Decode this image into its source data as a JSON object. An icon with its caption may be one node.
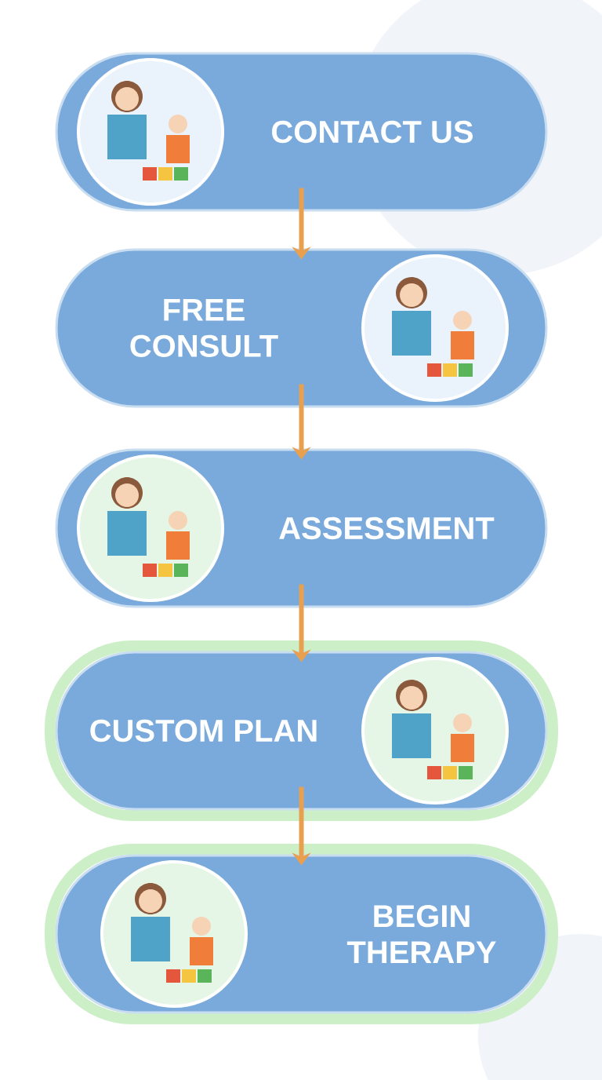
{
  "diagram": {
    "nodes": [
      {
        "text": [
          "CONTACT US"
        ]
      },
      {
        "text": [
          "FREE CONSULT"
        ]
      },
      {
        "text": [
          "ASSESSMENT"
        ]
      },
      {
        "text": [
          "CUSTOM PLAN"
        ]
      },
      {
        "text": [
          "BEGIN THERAPY"
        ]
      }
    ],
    "edges": [
      {
        "from": 0,
        "to": 1,
        "arrow": "to"
      },
      {
        "from": 1,
        "to": 2,
        "arrow": "to"
      },
      {
        "from": 2,
        "to": 3,
        "arrow": "to"
      },
      {
        "from": 3,
        "to": 4,
        "arrow": "to"
      }
    ]
  }
}
